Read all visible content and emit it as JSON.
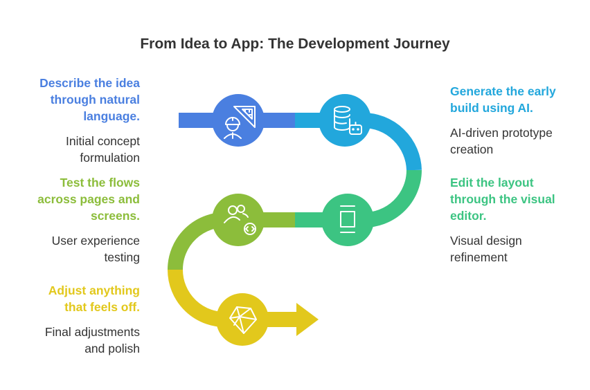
{
  "title": "From Idea to App: The Development Journey",
  "steps": [
    {
      "heading": [
        "Describe the idea",
        "through natural",
        "language."
      ],
      "description": [
        "Initial concept",
        "formulation"
      ],
      "color": "#4a7fe0",
      "icon": "architect-icon"
    },
    {
      "heading": [
        "Generate the early",
        "build using AI."
      ],
      "description": [
        "AI-driven prototype",
        "creation"
      ],
      "color": "#22a7dc",
      "icon": "database-robot-icon"
    },
    {
      "heading": [
        "Edit the layout",
        "through the visual",
        "editor."
      ],
      "description": [
        "Visual design",
        "refinement"
      ],
      "color": "#3cc482",
      "icon": "layout-editor-icon"
    },
    {
      "heading": [
        "Test the flows",
        "across pages and",
        "screens."
      ],
      "description": [
        "User experience",
        "testing"
      ],
      "color": "#8cbd3b",
      "icon": "users-code-icon"
    },
    {
      "heading": [
        "Adjust anything",
        "that feels off."
      ],
      "description": [
        "Final adjustments",
        "and polish"
      ],
      "color": "#e2c81c",
      "icon": "gem-icon"
    }
  ]
}
